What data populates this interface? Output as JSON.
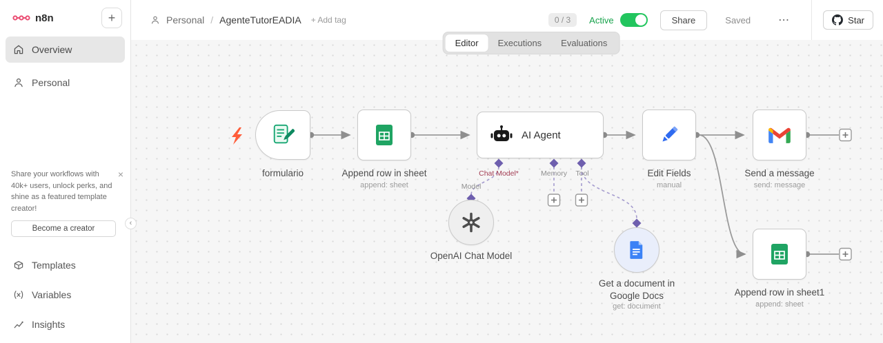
{
  "sidebar": {
    "logo_text": "n8n",
    "items": [
      {
        "label": "Overview",
        "active": true
      },
      {
        "label": "Personal",
        "active": false
      }
    ],
    "promo": {
      "text": "Share your workflows with 40k+ users, unlock perks, and shine as a featured template creator!",
      "cta": "Become a creator"
    },
    "bottom_items": [
      {
        "label": "Templates"
      },
      {
        "label": "Variables"
      },
      {
        "label": "Insights"
      }
    ]
  },
  "header": {
    "project": "Personal",
    "separator": "/",
    "workflow_name": "AgenteTutorEADIA",
    "add_tag_label": "+ Add tag",
    "quota": "0 / 3",
    "active_label": "Active",
    "share_label": "Share",
    "saved_label": "Saved",
    "star_label": "Star"
  },
  "tabs": {
    "editor": "Editor",
    "executions": "Executions",
    "evaluations": "Evaluations"
  },
  "canvas": {
    "nodes": {
      "formulario": {
        "label": "formulario"
      },
      "append_sheet": {
        "label": "Append row in sheet",
        "subtitle": "append: sheet"
      },
      "ai_agent": {
        "label": "AI Agent"
      },
      "edit_fields": {
        "label": "Edit Fields",
        "subtitle": "manual"
      },
      "send_message": {
        "label": "Send a message",
        "subtitle": "send: message"
      },
      "append_sheet1": {
        "label": "Append row in sheet1",
        "subtitle": "append: sheet"
      },
      "openai": {
        "label": "OpenAI Chat Model"
      },
      "google_docs": {
        "label": "Get a document in Google Docs",
        "subtitle": "get: document"
      }
    },
    "connectors": {
      "chat_model": "Chat Model*",
      "memory": "Memory",
      "tool": "Tool",
      "model": "Model"
    }
  },
  "icons": {
    "add": "+",
    "close": "×",
    "more": "⋯",
    "collapse": "‹"
  },
  "colors": {
    "brand": "#ea4b71",
    "toggle_active": "#22c55e",
    "connection": "#999999",
    "ai_connector": "#6e5fae",
    "required_label": "#a23c52",
    "canvas_bg": "#f6f6f6"
  }
}
